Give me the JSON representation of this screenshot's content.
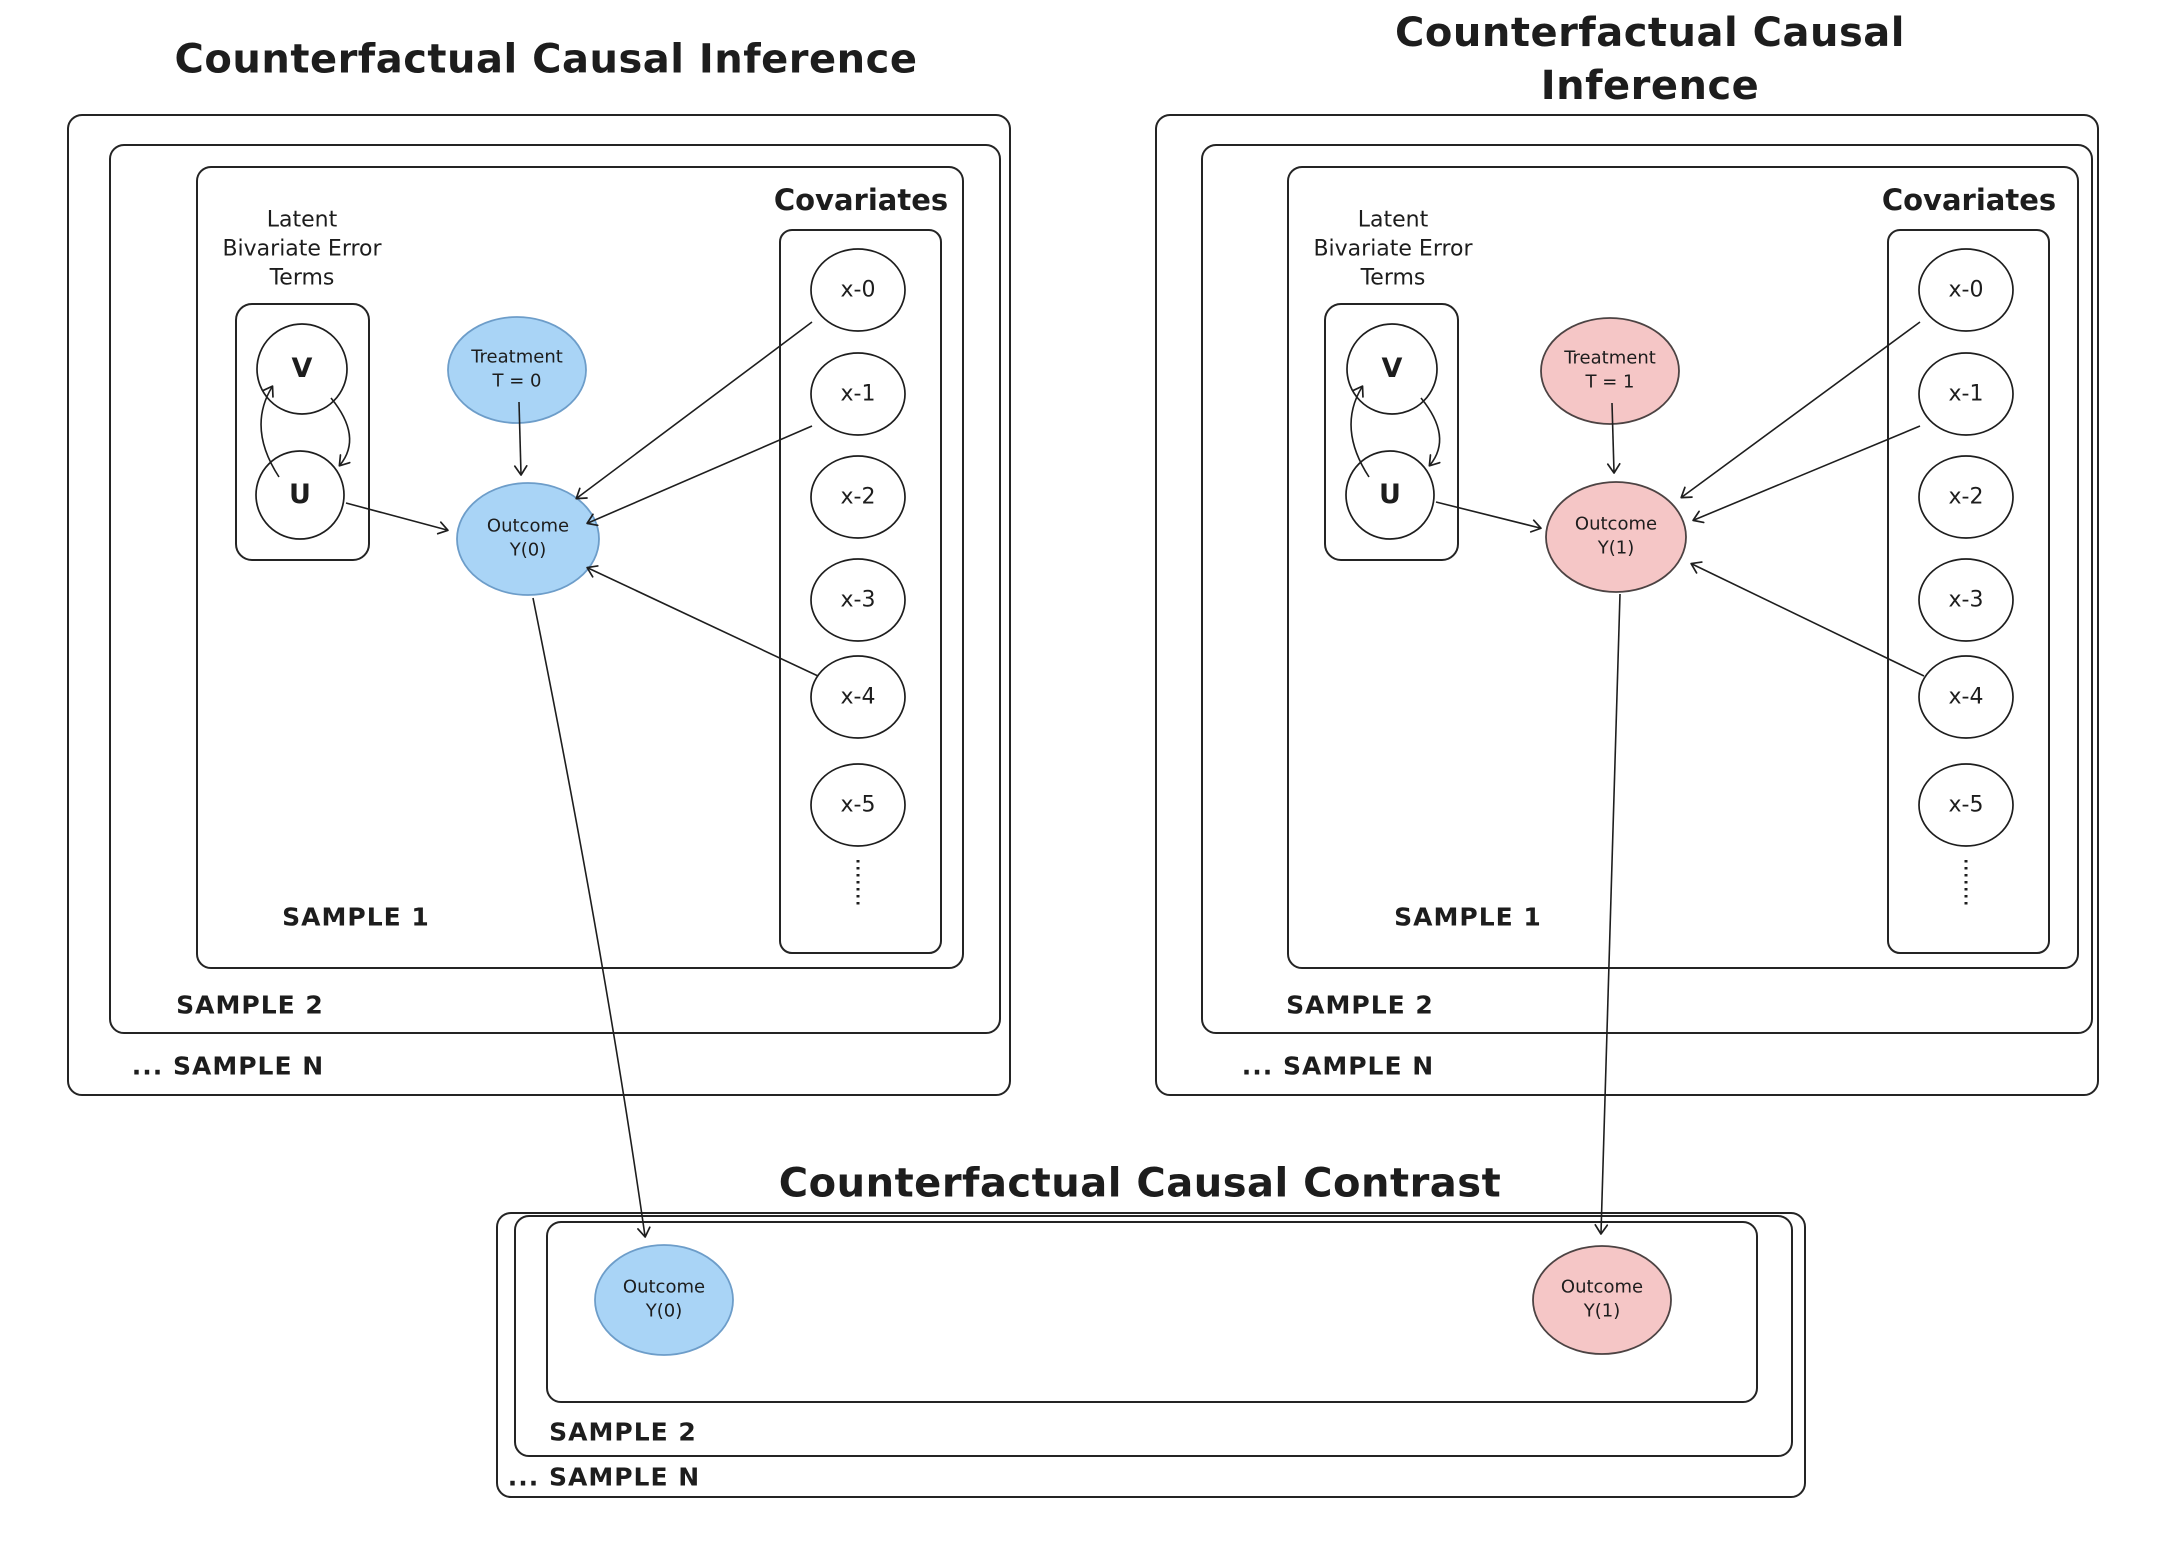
{
  "colors": {
    "blue_fill": "#a9d4f6",
    "pink_fill": "#f5c6c6",
    "ink": "#1e1e1e"
  },
  "left_panel": {
    "title": "Counterfactual Causal Inference",
    "latent_label": "Latent\nBivariate Error\nTerms",
    "v_label": "V",
    "u_label": "U",
    "treatment_label": "Treatment\nT = 0",
    "outcome_label": "Outcome\nY(0)",
    "covariates_label": "Covariates",
    "covariates": [
      "x-0",
      "x-1",
      "x-2",
      "x-3",
      "x-4",
      "x-5"
    ],
    "sample_1": "SAMPLE 1",
    "sample_2": "SAMPLE 2",
    "sample_n": "... SAMPLE N"
  },
  "right_panel": {
    "title": "Counterfactual Causal Inference",
    "latent_label": "Latent\nBivariate Error\nTerms",
    "v_label": "V",
    "u_label": "U",
    "treatment_label": "Treatment\nT = 1",
    "outcome_label": "Outcome\nY(1)",
    "covariates_label": "Covariates",
    "covariates": [
      "x-0",
      "x-1",
      "x-2",
      "x-3",
      "x-4",
      "x-5"
    ],
    "sample_1": "SAMPLE 1",
    "sample_2": "SAMPLE 2",
    "sample_n": "... SAMPLE N"
  },
  "bottom_panel": {
    "title": "Counterfactual Causal Contrast",
    "outcome_0_label": "Outcome\nY(0)",
    "outcome_1_label": "Outcome\nY(1)",
    "sample_2": "SAMPLE 2",
    "sample_n": "... SAMPLE N"
  }
}
